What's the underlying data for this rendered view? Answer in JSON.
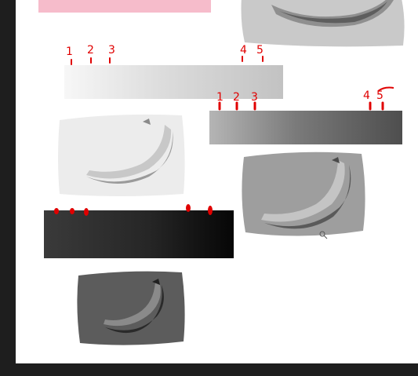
{
  "colors": {
    "background_dark": "#1e1e1e",
    "canvas": "#ffffff",
    "pink_swatch": "#f6bccb",
    "annotation_red": "#e00000"
  },
  "annotations": {
    "strip1": [
      "1",
      "2",
      "3",
      "4",
      "5"
    ],
    "strip2": [
      "1",
      "2",
      "3",
      "4",
      "5"
    ]
  },
  "icons": {
    "cursor": "magnifier-cursor-icon"
  }
}
